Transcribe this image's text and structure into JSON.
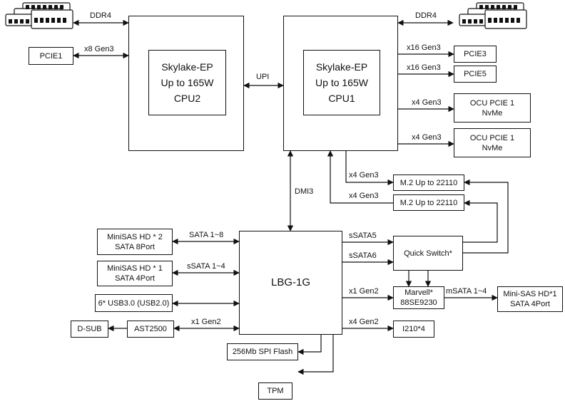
{
  "cpu2": {
    "line1": "Skylake-EP",
    "line2": "Up to 165W",
    "line3": "CPU2"
  },
  "cpu1": {
    "line1": "Skylake-EP",
    "line2": "Up to 165W",
    "line3": "CPU1"
  },
  "pch": {
    "label": "LBG-1G"
  },
  "links": {
    "ddr4_left": "DDR4",
    "ddr4_right": "DDR4",
    "pcie1_link": "x8 Gen3",
    "upi": "UPI",
    "pcie3_link": "x16 Gen3",
    "pcie5_link": "x16 Gen3",
    "ocu1_link": "x4 Gen3",
    "ocu2_link": "x4 Gen3",
    "m2a_link": "x4 Gen3",
    "m2b_link": "x4 Gen3",
    "dmi": "DMI3",
    "sata": "SATA 1~8",
    "ssata": "sSATA 1~4",
    "ssata5": "sSATA5",
    "ssata6": "sSATA6",
    "marvell_link": "x1 Gen2",
    "i210_link": "x4 Gen2",
    "ast_link": "x1 Gen2",
    "msata": "mSATA 1~4"
  },
  "boxes": {
    "pcie1": "PCIE1",
    "pcie3": "PCIE3",
    "pcie5": "PCIE5",
    "ocu1": {
      "line1": "OCU PCIE 1",
      "line2": "NvMe"
    },
    "ocu2": {
      "line1": "OCU PCIE 1",
      "line2": "NvMe"
    },
    "m2a": "M.2 Up to 22110",
    "m2b": "M.2 Up to 22110",
    "quick_switch": "Quick Switch*",
    "marvell": {
      "line1": "Marvell*",
      "line2": "88SE9230"
    },
    "i210": "I210*4",
    "minisas_right": {
      "line1": "Mini-SAS HD*1",
      "line2": "SATA 4Port"
    },
    "minisas_hd2": {
      "line1": "MiniSAS HD * 2",
      "line2": "SATA 8Port"
    },
    "minisas_hd1": {
      "line1": "MiniSAS HD * 1",
      "line2": "SATA 4Port"
    },
    "usb": "6* USB3.0 (USB2.0)",
    "dsub": "D-SUB",
    "ast2500": "AST2500",
    "spi": "256Mb SPI Flash",
    "tpm": "TPM"
  }
}
